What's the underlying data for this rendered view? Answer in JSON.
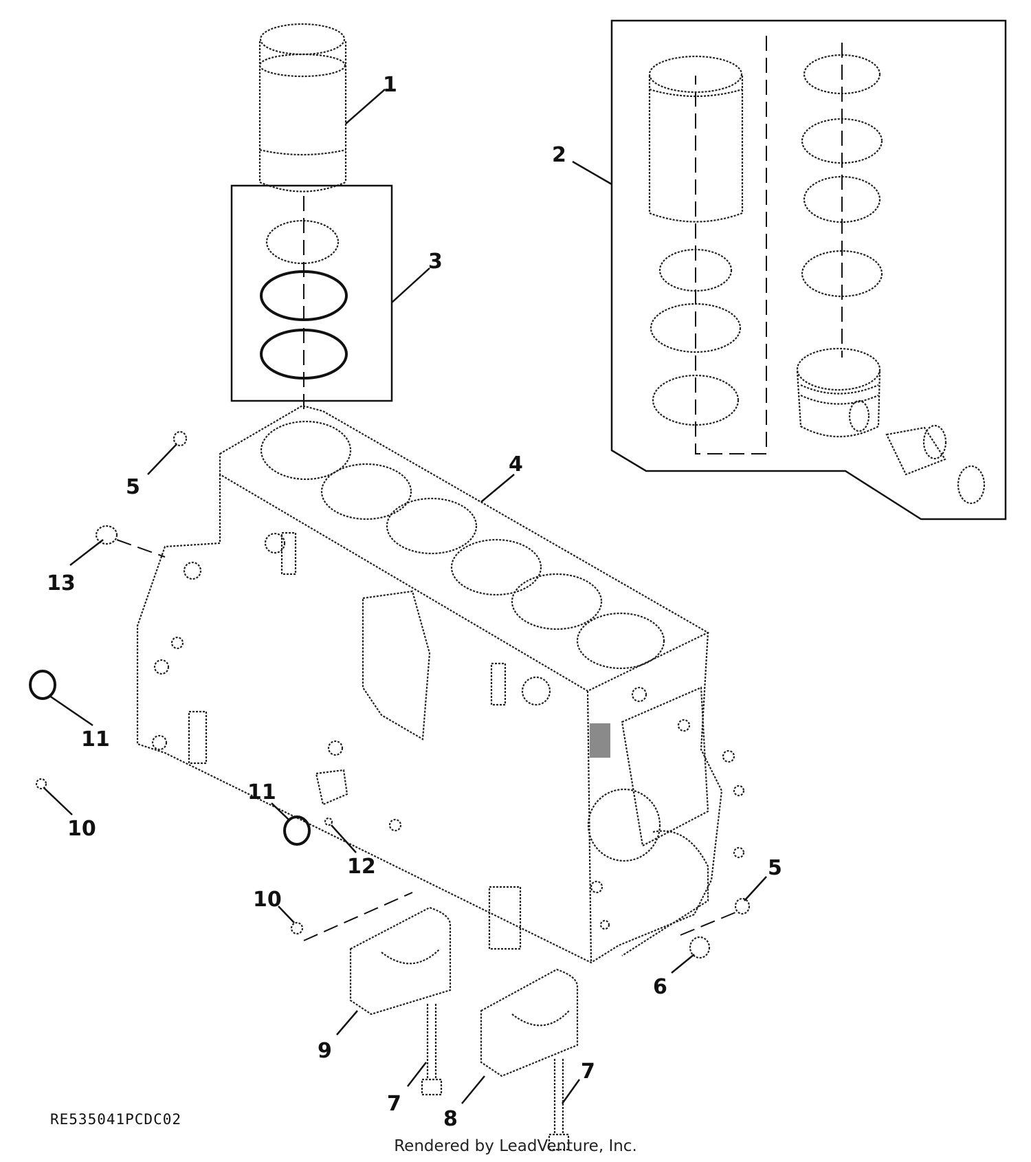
{
  "diagram": {
    "reference_code": "RE535041PCDC02",
    "footer_credit": "Rendered by LeadVenture, Inc."
  },
  "callouts": [
    {
      "id": "c1",
      "label": "1"
    },
    {
      "id": "c2",
      "label": "2"
    },
    {
      "id": "c3",
      "label": "3"
    },
    {
      "id": "c4",
      "label": "4"
    },
    {
      "id": "c5a",
      "label": "5"
    },
    {
      "id": "c5b",
      "label": "5"
    },
    {
      "id": "c6",
      "label": "6"
    },
    {
      "id": "c7a",
      "label": "7"
    },
    {
      "id": "c7b",
      "label": "7"
    },
    {
      "id": "c8",
      "label": "8"
    },
    {
      "id": "c9",
      "label": "9"
    },
    {
      "id": "c10a",
      "label": "10"
    },
    {
      "id": "c10b",
      "label": "10"
    },
    {
      "id": "c11a",
      "label": "11"
    },
    {
      "id": "c11b",
      "label": "11"
    },
    {
      "id": "c12",
      "label": "12"
    },
    {
      "id": "c13",
      "label": "13"
    }
  ]
}
